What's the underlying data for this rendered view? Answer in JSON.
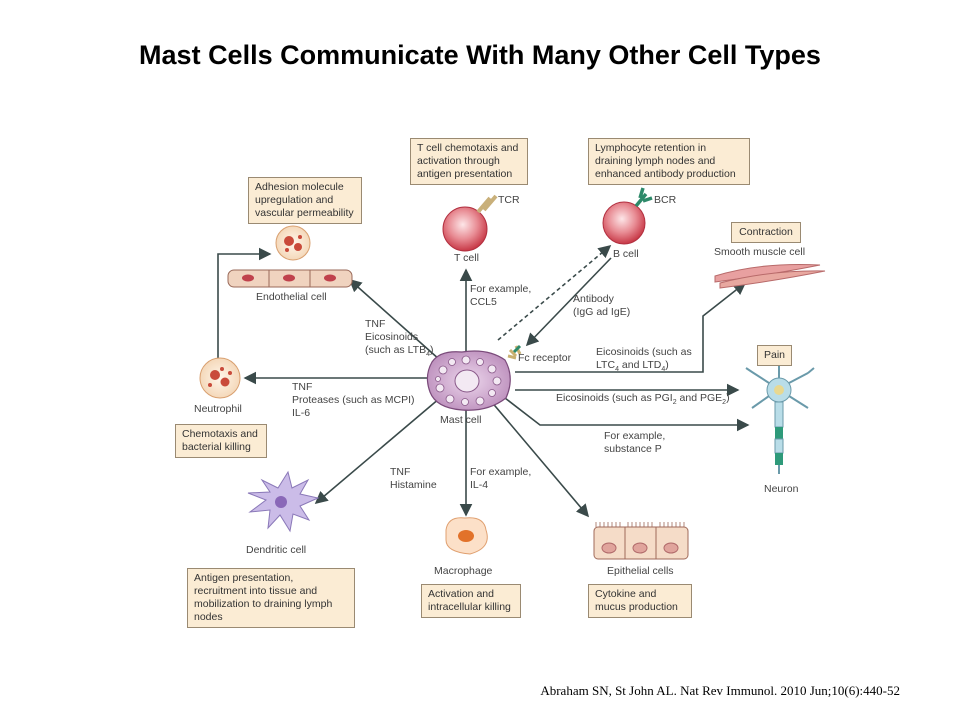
{
  "title": "Mast Cells Communicate With Many Other Cell Types",
  "boxes": {
    "tcell": "T cell chemotaxis and activation through antigen presentation",
    "bcell": "Lymphocyte retention in draining lymph nodes and enhanced antibody production",
    "adhesion": "Adhesion molecule upregulation and vascular permeability",
    "contraction": "Contraction",
    "pain": "Pain",
    "chemotaxis": "Chemotaxis and bacterial killing",
    "antigen": "Antigen presentation, recruitment into tissue and mobilization to draining lymph nodes",
    "activation": "Activation and intracellular killing",
    "cytokine": "Cytokine and mucus production"
  },
  "cells": {
    "tcell": "T cell",
    "tcr": "TCR",
    "bcell": "B cell",
    "bcr": "BCR",
    "endothelial": "Endothelial cell",
    "smooth": "Smooth muscle cell",
    "neutrophil": "Neutrophil",
    "mast": "Mast cell",
    "fc": "Fc receptor",
    "neuron": "Neuron",
    "dendritic": "Dendritic cell",
    "macrophage": "Macrophage",
    "epithelial": "Epithelial cells"
  },
  "mediators": {
    "ccl5_1": "For example,",
    "ccl5_2": "CCL5",
    "antibody_1": "Antibody",
    "antibody_2": "(IgG ad IgE)",
    "tnf_eico_1": "TNF",
    "tnf_eico_2": "Eicosinoids",
    "tnf_eico_3": "(such as LTB",
    "tnf_eico_3_sub": "4",
    "tnf_eico_3_end": ")",
    "ltc_1": "Eicosinoids (such as",
    "ltc_2a": "LTC",
    "ltc_2b": "4",
    "ltc_2c": " and LTD",
    "ltc_2d": "4",
    "ltc_2e": ")",
    "pgi_a": "Eicosinoids (such as PGI",
    "pgi_b": "2",
    "pgi_c": " and PGE",
    "pgi_d": "2",
    "pgi_e": ")",
    "prot_1": "TNF",
    "prot_2": "Proteases (such as MCPI)",
    "prot_3": "IL-6",
    "subp_1": "For example,",
    "subp_2": "substance P",
    "tnfhist_1": "TNF",
    "tnfhist_2": "Histamine",
    "il4_1": "For example,",
    "il4_2": "IL-4"
  },
  "citation": "Abraham SN, St John AL. Nat Rev Immunol. 2010 Jun;10(6):440-52",
  "colors": {
    "box_fill": "#fbecd4",
    "mast_cell": "#d9b3d9",
    "tcell": "#d94a55",
    "arrow": "#3a4a4a",
    "receptor": "#2e8a6a"
  }
}
